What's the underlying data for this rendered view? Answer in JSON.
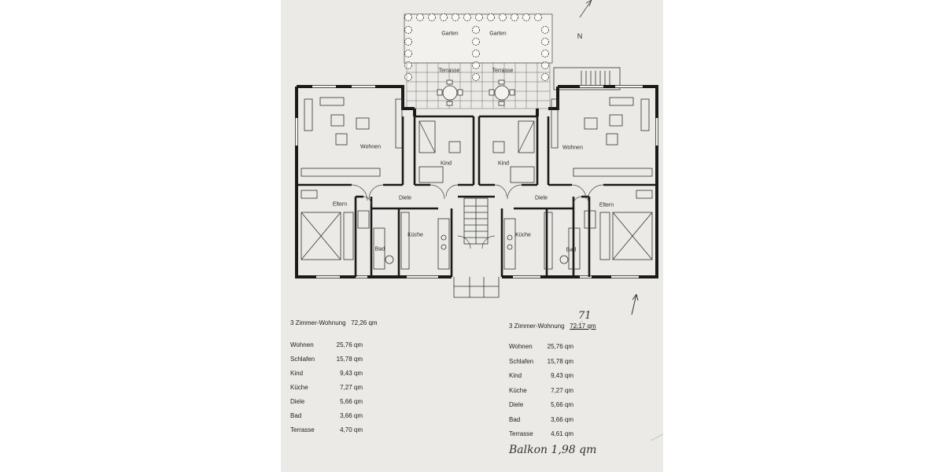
{
  "plan": {
    "left": {
      "garden": "Garten",
      "terrace": "Terrasse",
      "living": "Wohnen",
      "child": "Kind",
      "hall": "Diele",
      "parents": "Eltern",
      "kitchen": "Küche",
      "bath": "Bad"
    },
    "right": {
      "garden": "Garten",
      "terrace": "Terrasse",
      "living": "Wohnen",
      "child": "Kind",
      "hall": "Diele",
      "parents": "Eltern",
      "kitchen": "Küche",
      "bath": "Bad"
    },
    "north": "N"
  },
  "tables": {
    "left": {
      "title": "3 Zimmer-Wohnung",
      "total": "72,26 qm",
      "rows": [
        {
          "name": "Wohnen",
          "area": "25,76 qm"
        },
        {
          "name": "Schlafen",
          "area": "15,78 qm"
        },
        {
          "name": "Kind",
          "area": "9,43 qm"
        },
        {
          "name": "Küche",
          "area": "7,27 qm"
        },
        {
          "name": "Diele",
          "area": "5,66 qm"
        },
        {
          "name": "Bad",
          "area": "3,66 qm"
        },
        {
          "name": "Terrasse",
          "area": "4,70 qm"
        }
      ]
    },
    "right": {
      "title": "3 Zimmer-Wohnung",
      "total": "72,17 qm",
      "total_handwritten": "71",
      "rows": [
        {
          "name": "Wohnen",
          "area": "25,76 qm"
        },
        {
          "name": "Schlafen",
          "area": "15,78 qm"
        },
        {
          "name": "Kind",
          "area": "9,43 qm"
        },
        {
          "name": "Küche",
          "area": "7,27 qm"
        },
        {
          "name": "Diele",
          "area": "5,66 qm"
        },
        {
          "name": "Bad",
          "area": "3,66 qm"
        },
        {
          "name": "Terrasse",
          "area": "4,61 qm"
        }
      ],
      "handwritten_note": "Balkon 1,98 qm"
    }
  },
  "colors": {
    "paper": "#ebeae6",
    "ink": "#1e1e1e"
  }
}
